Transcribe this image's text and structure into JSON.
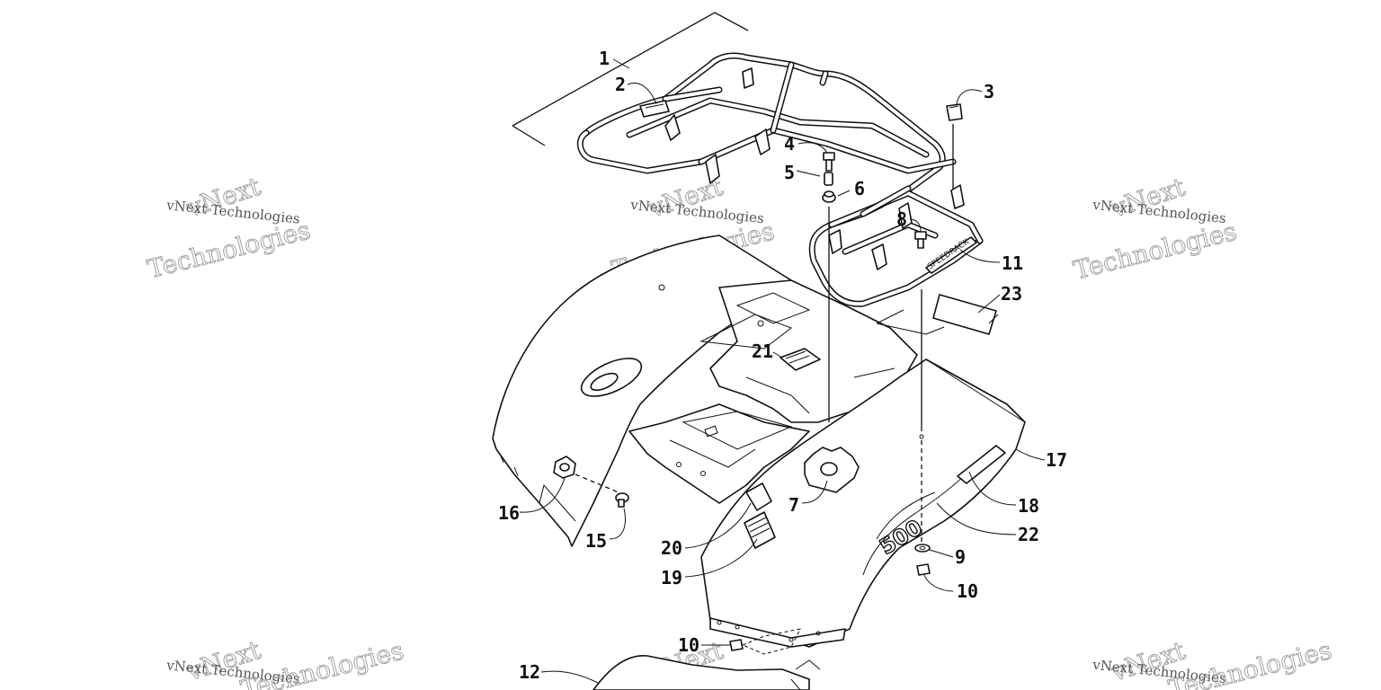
{
  "watermark": {
    "small": "vNext Technologies",
    "big": "Technologies",
    "top": "vNext"
  },
  "decals": {
    "rack_logo": "SPEEDRACK",
    "model_graphic": "500"
  },
  "callouts": [
    "1",
    "2",
    "3",
    "4",
    "5",
    "6",
    "7",
    "8",
    "9",
    "10",
    "10",
    "11",
    "12",
    "15",
    "16",
    "17",
    "18",
    "19",
    "20",
    "21",
    "22",
    "23"
  ]
}
